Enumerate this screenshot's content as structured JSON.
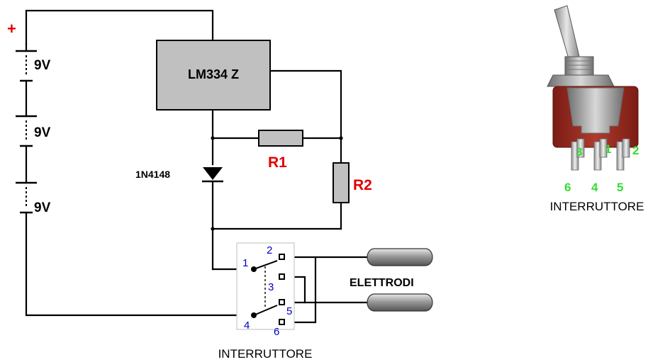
{
  "colors": {
    "wire": "#000000",
    "component_fill": "#c0c0c0",
    "red_label": "#e00000",
    "blue_label": "#0000c0",
    "green_label": "#33dd33",
    "toggle_body": "#9a2a1e"
  },
  "circuit": {
    "plus_sign": "+",
    "battery_1_label": "9V",
    "battery_2_label": "9V",
    "battery_3_label": "9V",
    "regulator_label": "LM334 Z",
    "diode_label": "1N4148",
    "r1_label": "R1",
    "r2_label": "R2",
    "electrodes_label": "ELETTRODI",
    "switch_caption": "INTERRUTTORE",
    "pins": {
      "p1": "1",
      "p2": "2",
      "p3": "3",
      "p4": "4",
      "p5": "5",
      "p6": "6"
    }
  },
  "toggle_photo": {
    "caption": "INTERRUTTORE",
    "pins": {
      "p3": "3",
      "p1": "1",
      "p2": "2",
      "p6": "6",
      "p4": "4",
      "p5": "5"
    }
  }
}
